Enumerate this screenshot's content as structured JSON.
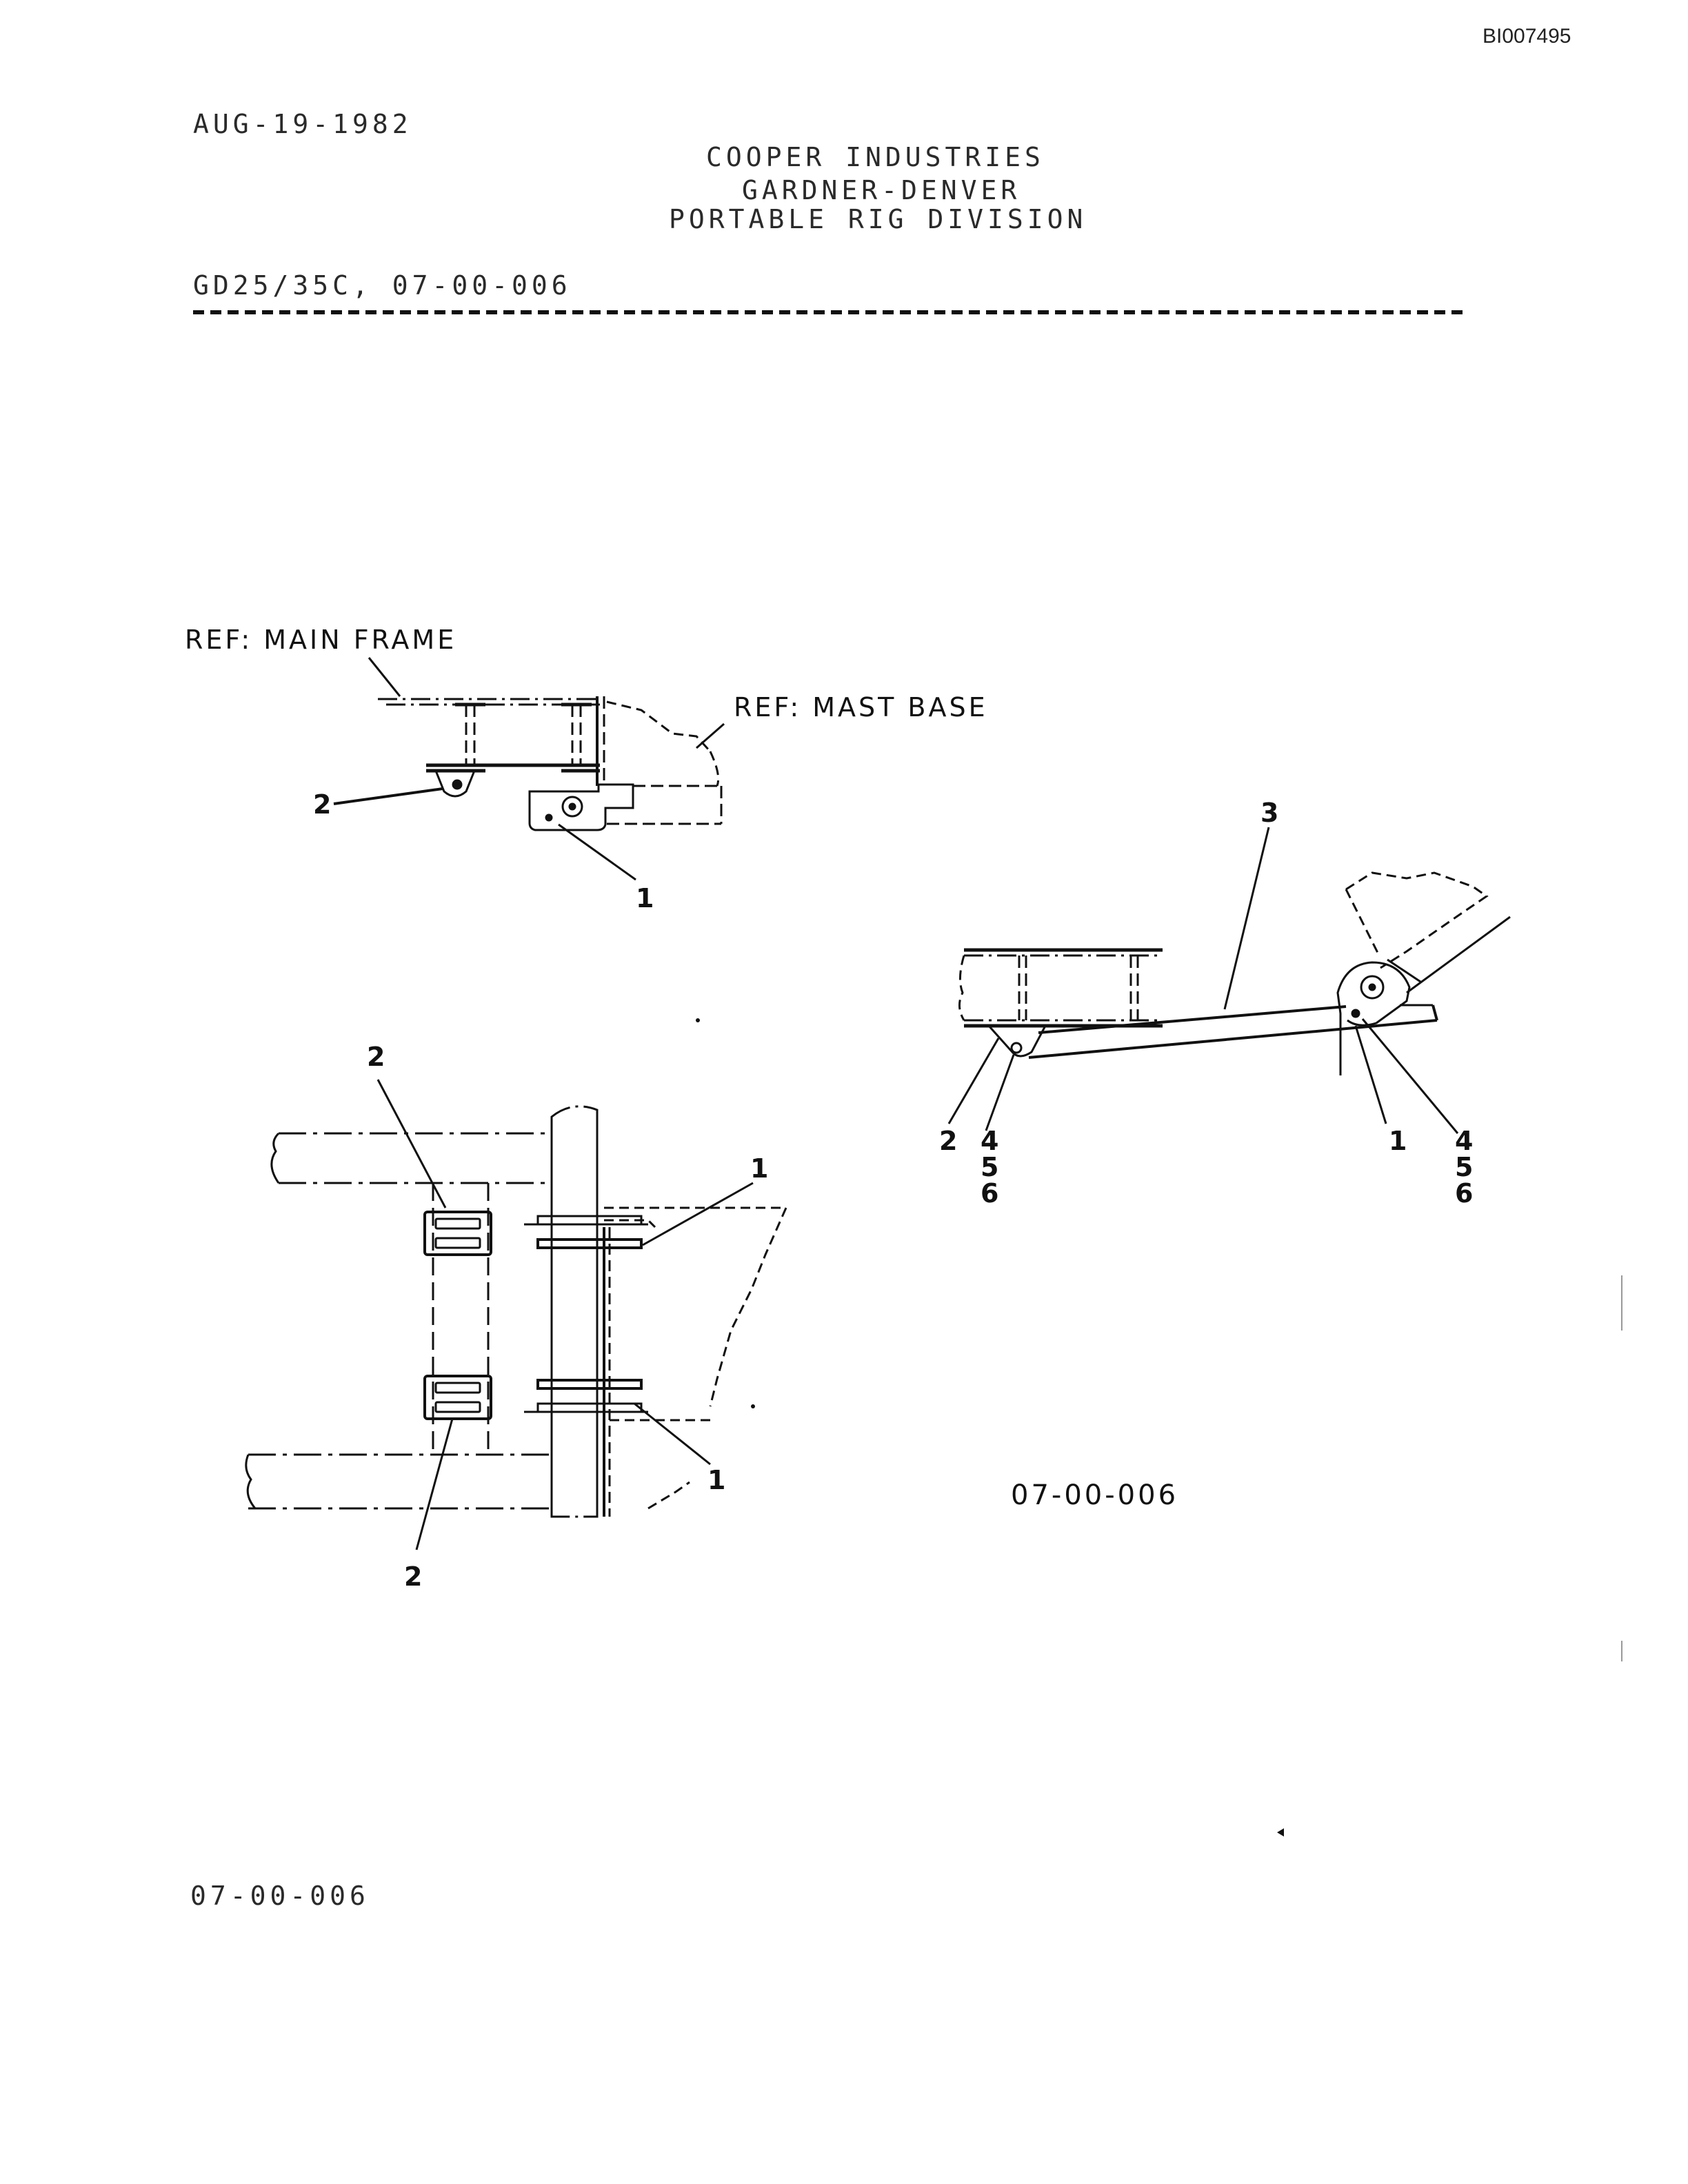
{
  "doc_id": "BI007495",
  "date": "AUG-19-1982",
  "company": {
    "line1": "COOPER INDUSTRIES",
    "line2": "GARDNER-DENVER",
    "line3": "PORTABLE RIG DIVISION"
  },
  "model_ref": "GD25/35C, 07-00-006",
  "figure_number": "07-00-006",
  "footer_code": "07-00-006",
  "diagram": {
    "ref_main_frame": "REF: MAIN FRAME",
    "ref_mast_base": "REF: MAST BASE",
    "callouts": {
      "top_view_a": "2",
      "top_view_b": "1",
      "plan_view_top_left": "2",
      "plan_view_top_right": "1",
      "plan_view_bottom_right": "1",
      "plan_view_bottom_left": "2",
      "side_view_left_part": "2",
      "side_view_left_hw": [
        "4",
        "5",
        "6"
      ],
      "side_view_strut": "3",
      "side_view_right_part": "1",
      "side_view_right_hw": [
        "4",
        "5",
        "6"
      ]
    }
  }
}
